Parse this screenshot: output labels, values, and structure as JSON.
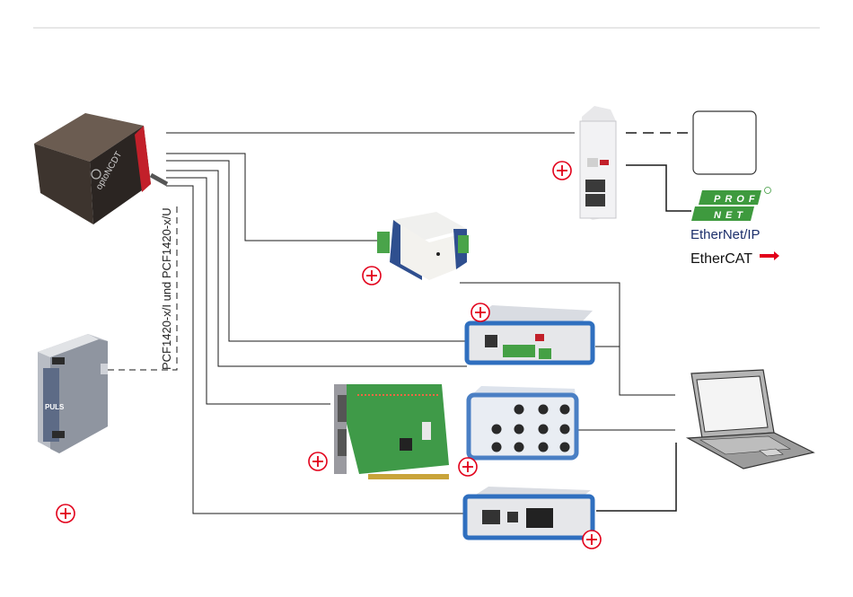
{
  "cable_label": "PCF1420-x/I und PCF1420-x/U",
  "sensor": {
    "brand_text": "optoNCDT"
  },
  "power_supply": {
    "brand_text": "PULS"
  },
  "fieldbus": {
    "profinet_top": "PROFI",
    "profinet_bottom": "NET",
    "ethernetip": "EtherNet/IP",
    "ethercat": "EtherCAT"
  },
  "colors": {
    "plus_marker": "#e2001a",
    "profinet_green": "#3e9a3e",
    "ethercat_red": "#e2001a",
    "line": "#1a1a1a",
    "blue_frame": "#2f6fbf"
  },
  "icons": [
    "plus-circle-icon",
    "laptop-icon",
    "controller-icon"
  ]
}
